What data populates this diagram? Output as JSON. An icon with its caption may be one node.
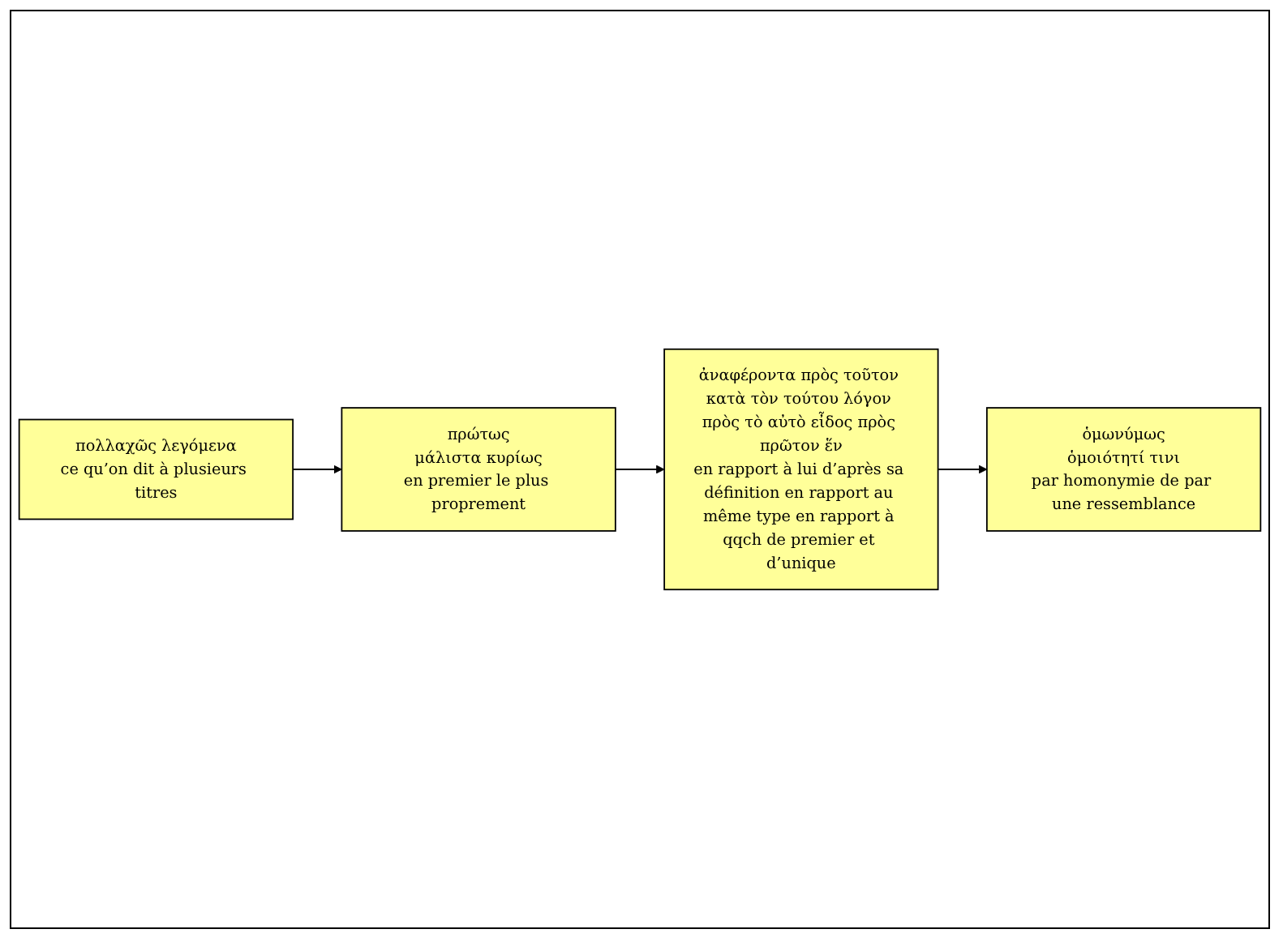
{
  "diagram": {
    "nodes": [
      {
        "text": [
          "πολλαχῶς λεγόμενα",
          "ce qu’on dit à plusieurs titres"
        ]
      },
      {
        "text": [
          "πρώτως",
          "μάλιστα κυρίως",
          "en premier le plus proprement"
        ]
      },
      {
        "text": [
          "ἀναφέροντα πρὸς τοῦτον κατὰ τὸν τούτου λόγον πρὸς τὸ αὐτὸ εἶδος πρὸς πρῶτον ἕν",
          "en rapport à lui d’après sa définition en rapport au même type en rapport à qqch de premier et d’unique"
        ]
      },
      {
        "text": [
          "ὁμωνύμως",
          "ὁμοιότητί τινι",
          "par homonymie de par une ressemblance"
        ]
      }
    ],
    "edges": [
      {
        "from": 0,
        "to": 1,
        "arrow": "to"
      },
      {
        "from": 1,
        "to": 2,
        "arrow": "to"
      },
      {
        "from": 2,
        "to": 3,
        "arrow": "to"
      }
    ]
  }
}
